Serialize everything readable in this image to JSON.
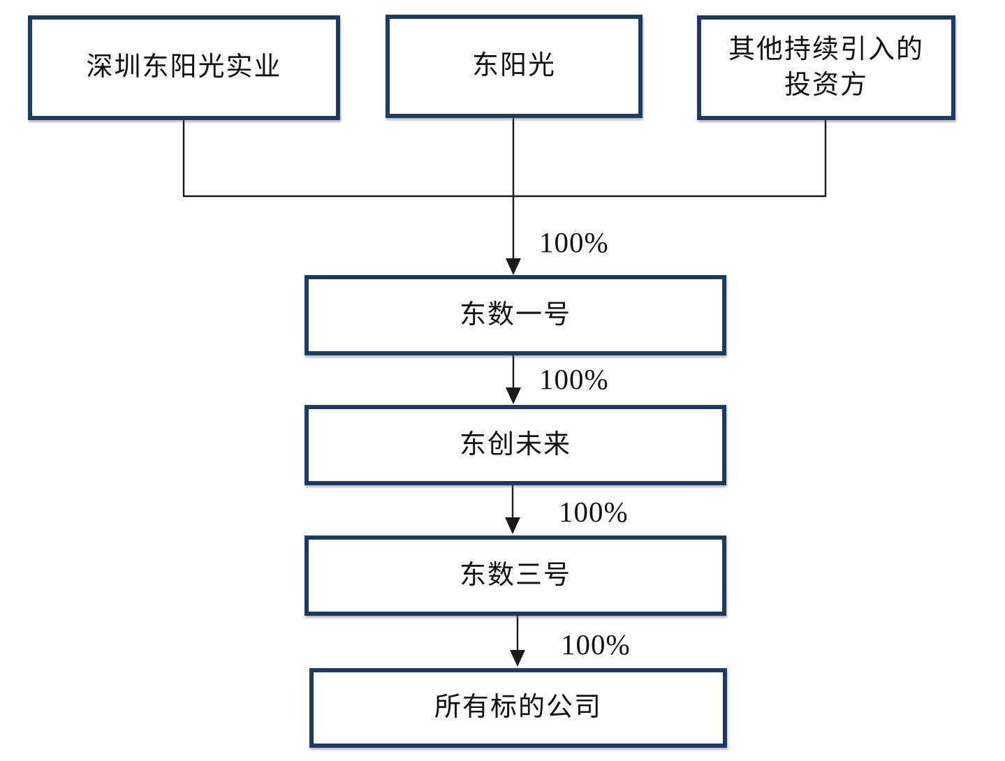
{
  "diagram": {
    "type": "flowchart",
    "description": "Equity ownership structure chart: three parent entities jointly hold a vertical 100% ownership chain down to the target companies",
    "boxes": {
      "shenzhen": {
        "label": "深圳东阳光实业"
      },
      "dongyangguang": {
        "label": "东阳光"
      },
      "other_investors": {
        "label": "其他持续引入的投资方",
        "lines": [
          "其他持续引入的",
          "投资方"
        ]
      },
      "dongshu_no1": {
        "label": "东数一号"
      },
      "dongchuang_future": {
        "label": "东创未来"
      },
      "dongshu_no3": {
        "label": "东数三号"
      },
      "target_companies": {
        "label": "所有标的公司"
      }
    },
    "edges": [
      {
        "from": "深圳东阳光实业+东阳光+其他持续引入的投资方",
        "to": "东数一号",
        "label": "100%"
      },
      {
        "from": "东数一号",
        "to": "东创未来",
        "label": "100%"
      },
      {
        "from": "东创未来",
        "to": "东数三号",
        "label": "100%"
      },
      {
        "from": "东数三号",
        "to": "所有标的公司",
        "label": "100%"
      }
    ],
    "colors": {
      "box_border": "#1f3a5f",
      "line": "#1a1a1a",
      "text": "#111111",
      "background": "#ffffff"
    }
  }
}
